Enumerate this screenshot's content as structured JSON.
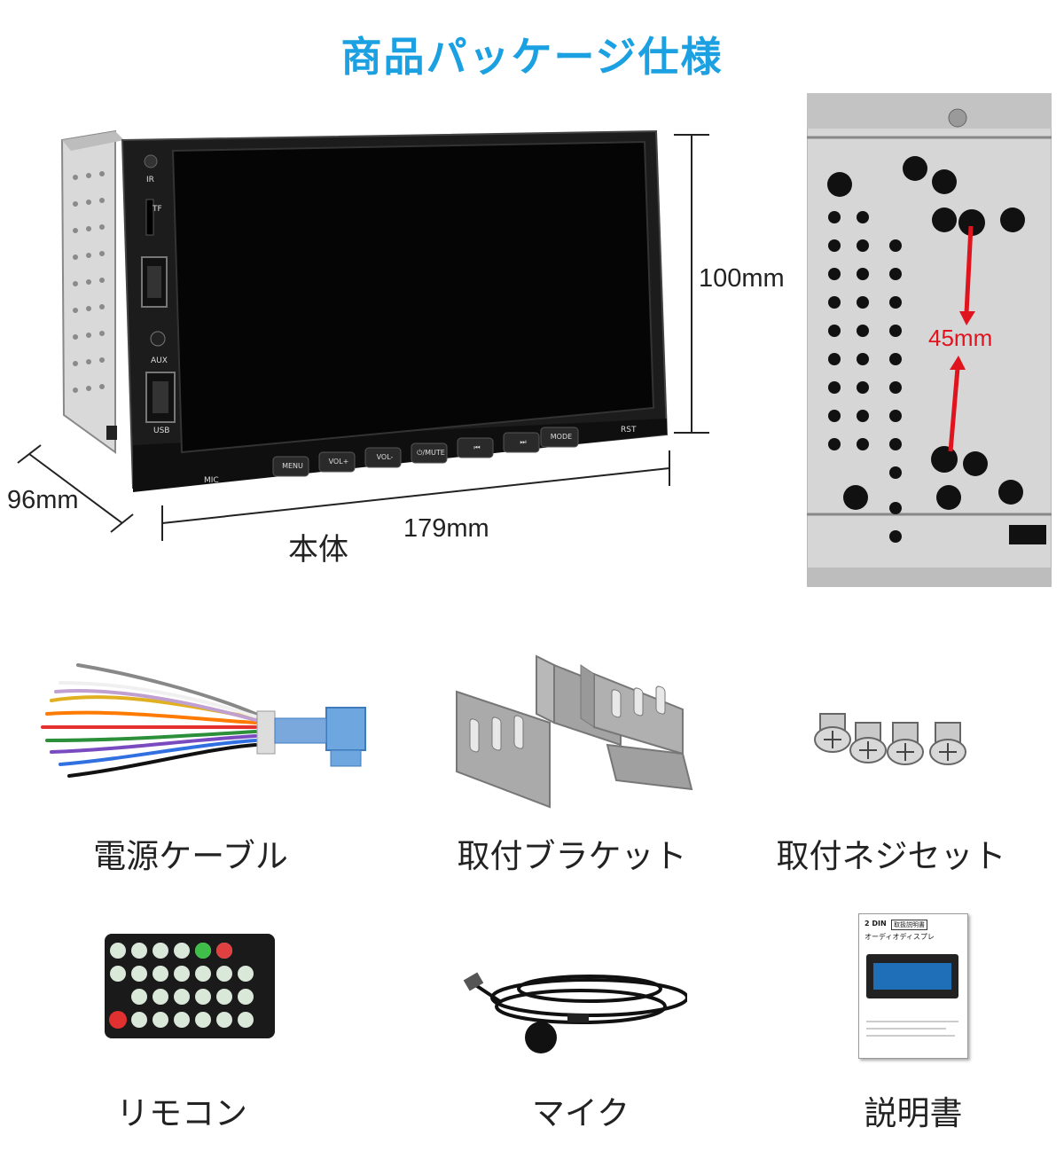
{
  "header": {
    "title": "商品パッケージ仕様"
  },
  "main_unit": {
    "caption": "本体",
    "dimensions": {
      "height": "100mm",
      "depth": "96mm",
      "width": "179mm"
    },
    "front_labels": {
      "ir": "IR",
      "tf": "TF",
      "aux": "AUX",
      "usb": "USB",
      "mic": "MIC",
      "rst": "RST"
    },
    "buttons": [
      "MENU",
      "VOL+",
      "VOL-",
      "⏻/MUTE",
      "⏮",
      "⏭",
      "MODE"
    ]
  },
  "side_panel": {
    "hole_spacing": "45mm"
  },
  "accessories": [
    {
      "label": "電源ケーブル",
      "icon": "power-cable-icon"
    },
    {
      "label": "取付ブラケット",
      "icon": "mounting-bracket-icon"
    },
    {
      "label": "取付ネジセット",
      "icon": "screw-set-icon"
    },
    {
      "label": "リモコン",
      "icon": "remote-control-icon"
    },
    {
      "label": "マイク",
      "icon": "microphone-icon"
    },
    {
      "label": "説明書",
      "icon": "manual-icon"
    }
  ],
  "manual_cover": {
    "title": "2 DIN",
    "tag": "取扱説明書",
    "subtitle": "オーディオディスプレ"
  },
  "colors": {
    "title": "#1ba0e1",
    "arrow": "#e0141e"
  }
}
